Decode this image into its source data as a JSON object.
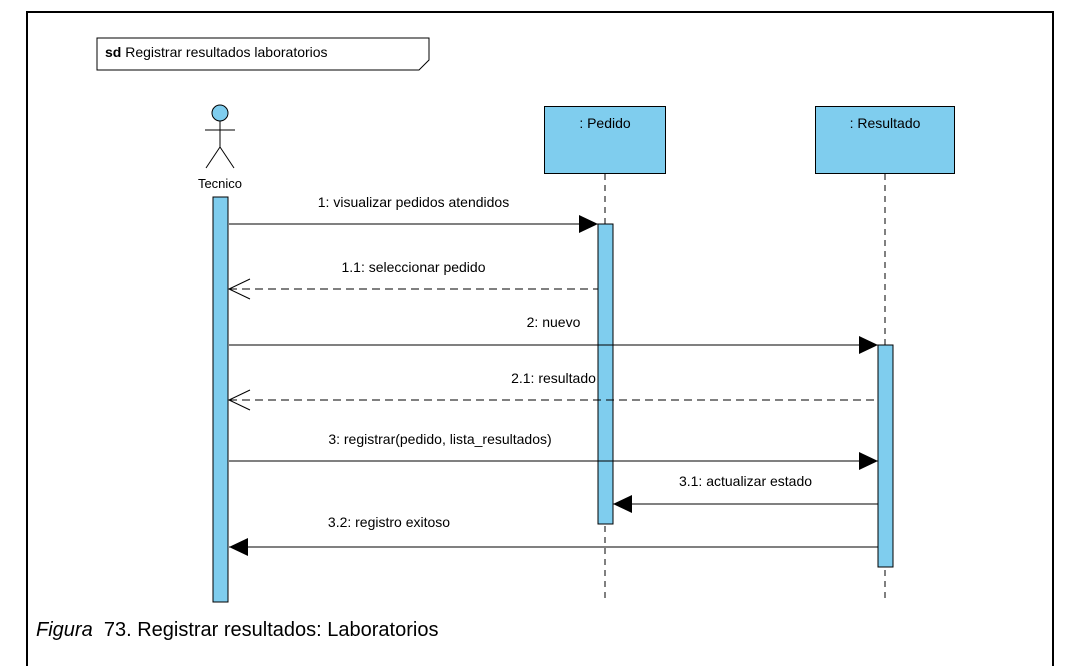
{
  "frame": {
    "keyword": "sd",
    "name": "Registrar resultados laboratorios"
  },
  "actor": {
    "name": "Tecnico"
  },
  "lifelines": [
    {
      "label": ": Pedido"
    },
    {
      "label": ": Resultado"
    }
  ],
  "messages": [
    {
      "label": "1: visualizar pedidos atendidos",
      "kind": "sync"
    },
    {
      "label": "1.1: seleccionar pedido",
      "kind": "return"
    },
    {
      "label": "2: nuevo",
      "kind": "sync"
    },
    {
      "label": "2.1: resultado",
      "kind": "return"
    },
    {
      "label": "3: registrar(pedido, lista_resultados)",
      "kind": "sync"
    },
    {
      "label": "3.1: actualizar estado",
      "kind": "sync"
    },
    {
      "label": "3.2: registro exitoso",
      "kind": "sync"
    }
  ],
  "caption": {
    "prefix": "Figura",
    "text": "73. Registrar resultados: Laboratorios"
  },
  "colors": {
    "lifeline_fill": "#7fcdee",
    "line": "#000000"
  }
}
